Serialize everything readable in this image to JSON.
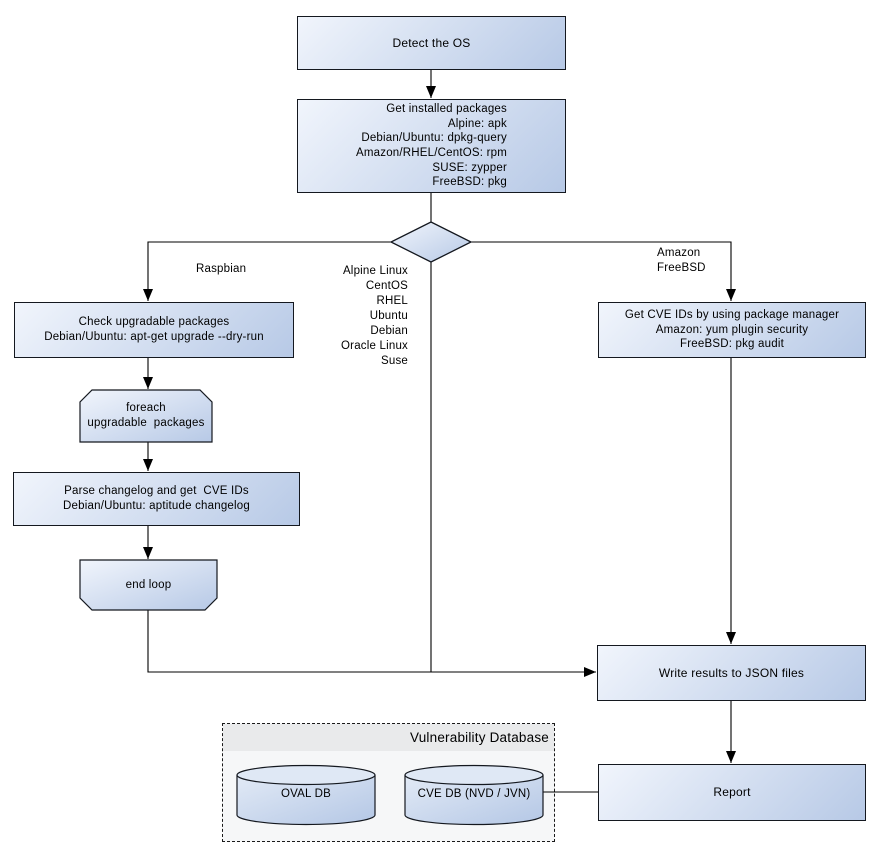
{
  "diagram": {
    "type": "flowchart",
    "nodes": {
      "detect_os": "Detect the OS",
      "get_installed_packages": "Get installed packages\nAlpine: apk\nDebian/Ubuntu: dpkg-query\nAmazon/RHEL/CentOS: rpm\nSUSE: zypper\nFreeBSD: pkg",
      "check_upgradable": "Check upgradable packages\nDebian/Ubuntu: apt-get upgrade --dry-run",
      "foreach_loop": "foreach\nupgradable  packages",
      "parse_changelog": "Parse changelog and get  CVE IDs\nDebian/Ubuntu: aptitude changelog",
      "end_loop": "end loop",
      "get_cve_ids": "Get CVE IDs by using package manager\nAmazon: yum plugin security\nFreeBSD: pkg audit",
      "write_results": "Write results to JSON files",
      "report": "Report"
    },
    "edge_labels": {
      "raspbian": "Raspbian",
      "os_list": "Alpine Linux\nCentOS\nRHEL\nUbuntu\nDebian\nOracle Linux\nSuse",
      "amazon_freebsd": "Amazon\nFreeBSD"
    },
    "database_cluster": {
      "title": "Vulnerability Database",
      "cylinders": [
        "OVAL DB",
        "CVE DB (NVD / JVN)"
      ]
    },
    "colors": {
      "node_gradient_start": "#f1f5fc",
      "node_gradient_end": "#b7c9e6",
      "node_border": "#14181f",
      "edge": "#000000",
      "cluster_background": "#f6f7f8",
      "cluster_title_background": "#e9eaeb",
      "canvas_background": "#ffffff"
    }
  }
}
